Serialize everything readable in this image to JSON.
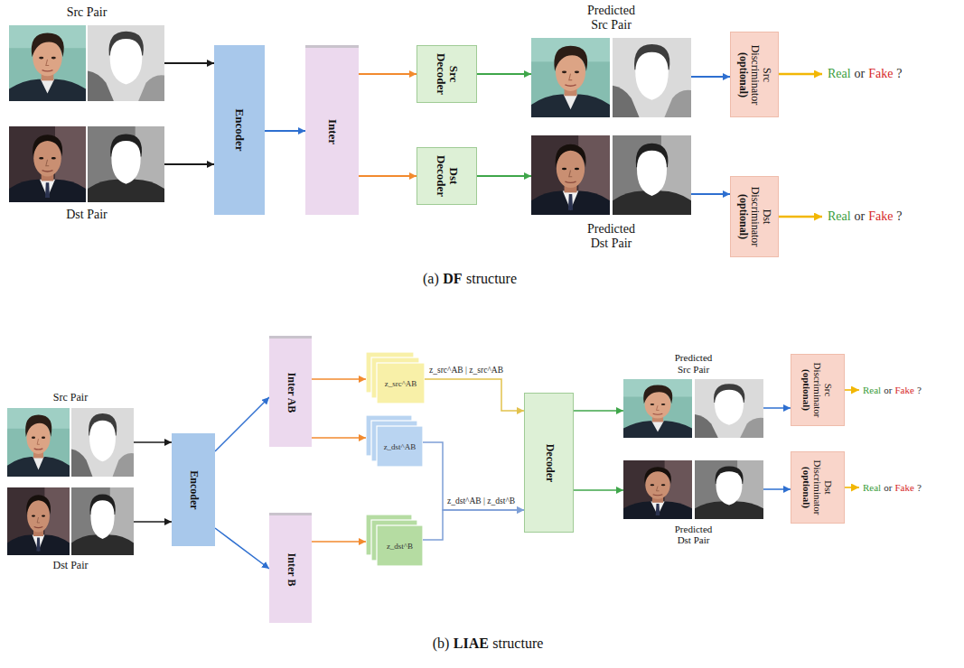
{
  "diagram": {
    "nodes": [
      {
        "text": [
          "Src Pair"
        ]
      },
      {
        "text": [
          "Dst Pair"
        ]
      },
      {
        "text": [
          "Encoder"
        ]
      },
      {
        "text": [
          "Inter"
        ]
      },
      {
        "text": [
          "Src Decoder"
        ]
      },
      {
        "text": [
          "Dst Decoder"
        ]
      },
      {
        "text": [
          "Predicted Src Pair"
        ]
      },
      {
        "text": [
          "Predicted Dst Pair"
        ]
      },
      {
        "text": [
          "Src Discriminator",
          "(optional)"
        ]
      },
      {
        "text": [
          "Dst Discriminator",
          "(optional)"
        ]
      },
      {
        "text": [
          "Src Pair"
        ]
      },
      {
        "text": [
          "Dst Pair"
        ]
      },
      {
        "text": [
          "Encoder"
        ]
      },
      {
        "text": [
          "Inter AB"
        ]
      },
      {
        "text": [
          "Inter B"
        ]
      },
      {
        "text": [
          "z_src^AB"
        ]
      },
      {
        "text": [
          "z_dst^AB"
        ]
      },
      {
        "text": [
          "z_dst^B"
        ]
      },
      {
        "text": [
          "Decoder"
        ]
      },
      {
        "text": [
          "Predicted Src Pair"
        ]
      },
      {
        "text": [
          "Predicted Dst Pair"
        ]
      },
      {
        "text": [
          "Src Discriminator",
          "(optional)"
        ]
      },
      {
        "text": [
          "Dst Discriminator",
          "(optional)"
        ]
      }
    ],
    "edges": [
      {
        "from": 0,
        "to": 2,
        "arrow": "to"
      },
      {
        "from": 1,
        "to": 2,
        "arrow": "to"
      },
      {
        "from": 2,
        "to": 3,
        "arrow": "to"
      },
      {
        "from": 3,
        "to": 4,
        "arrow": "to"
      },
      {
        "from": 3,
        "to": 5,
        "arrow": "to"
      },
      {
        "from": 4,
        "to": 6,
        "arrow": "to"
      },
      {
        "from": 5,
        "to": 7,
        "arrow": "to"
      },
      {
        "from": 6,
        "to": 8,
        "arrow": "to"
      },
      {
        "from": 7,
        "to": 9,
        "arrow": "to"
      },
      {
        "from": 10,
        "to": 12,
        "arrow": "to"
      },
      {
        "from": 11,
        "to": 12,
        "arrow": "to"
      },
      {
        "from": 12,
        "to": 13,
        "arrow": "to"
      },
      {
        "from": 12,
        "to": 14,
        "arrow": "to"
      },
      {
        "from": 13,
        "to": 15,
        "arrow": "to"
      },
      {
        "from": 13,
        "to": 16,
        "arrow": "to"
      },
      {
        "from": 14,
        "to": 17,
        "arrow": "to"
      },
      {
        "from": 15,
        "to": 18,
        "label": "z_src^AB | z_src^AB",
        "arrow": "to"
      },
      {
        "from": 16,
        "to": 18,
        "label": "z_dst^AB | z_dst^B",
        "arrow": "to"
      },
      {
        "from": 17,
        "to": 18,
        "arrow": "to"
      },
      {
        "from": 18,
        "to": 19,
        "arrow": "to"
      },
      {
        "from": 18,
        "to": 20,
        "arrow": "to"
      },
      {
        "from": 19,
        "to": 21,
        "arrow": "to"
      },
      {
        "from": 20,
        "to": 22,
        "arrow": "to"
      }
    ],
    "labels": [
      "Real",
      "or",
      "Fake",
      "?",
      "Real",
      "or",
      "Fake",
      "?",
      "Real",
      "or",
      "Fake",
      "?",
      "Real",
      "or",
      "Fake",
      "?",
      "(a)",
      "DF",
      "structure",
      "(b)",
      "LIAE",
      "structure"
    ]
  }
}
